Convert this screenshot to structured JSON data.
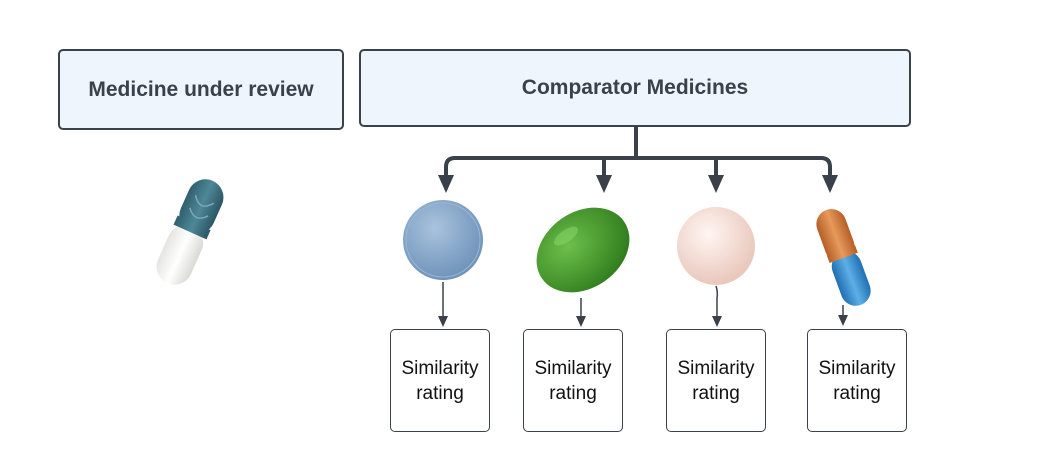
{
  "headers": {
    "review": "Medicine under review",
    "comparator": "Comparator Medicines"
  },
  "ratings": [
    {
      "label": "Similarity rating"
    },
    {
      "label": "Similarity rating"
    },
    {
      "label": "Similarity rating"
    },
    {
      "label": "Similarity rating"
    }
  ],
  "colors": {
    "box_fill": "#eef5fc",
    "stroke": "#3b414b",
    "pill_review": "#3d7180",
    "pill_light_blue": "#8daccd",
    "pill_green": "#4a9a2e",
    "pill_pink": "#f4dcd4",
    "capsule_orange": "#d87a3b",
    "capsule_blue": "#3a8ed0"
  }
}
